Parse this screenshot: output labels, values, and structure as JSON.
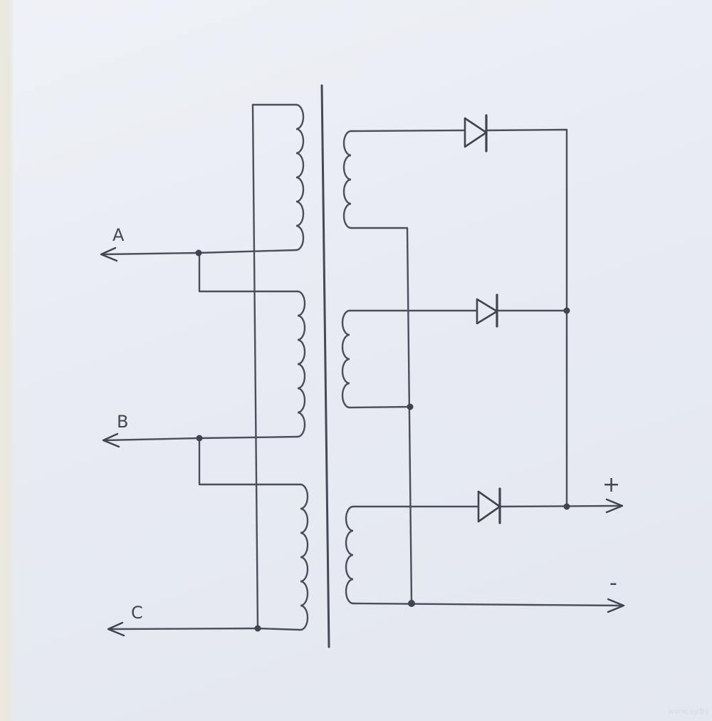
{
  "diagram": {
    "phase_labels": [
      "A",
      "B",
      "C"
    ],
    "polarity": {
      "plus": "+",
      "minus": "-"
    },
    "watermark": "www.ay.by"
  },
  "colors": {
    "paper": "#e8ebf2",
    "ink": "#4a4f5c"
  },
  "icons": {
    "diode": "diode-icon",
    "arrow": "arrow-icon"
  }
}
